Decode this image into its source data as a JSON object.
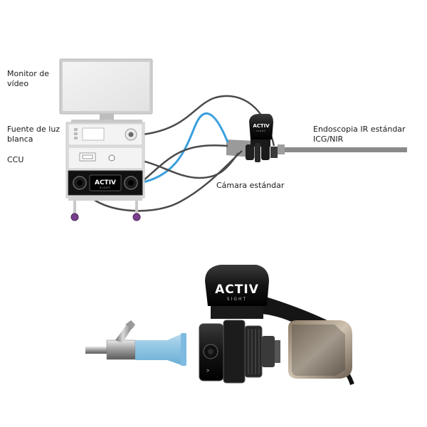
{
  "labels": {
    "monitor": "Monitor de vídeo",
    "light_source": "Fuente de luz blanca",
    "ccu": "CCU",
    "endoscope": "Endoscopia IR estándar ICG/NIR",
    "camera": "Cámara estándar"
  },
  "brand": {
    "name": "ACTIV",
    "sub": "SIGHT"
  },
  "colors": {
    "fiber_cable": "#3b9fde",
    "camera_cable": "#4a4a4a",
    "scope_shaft": "#8a8a8a",
    "coupler_blue": "#9ccbe6",
    "tower_frame": "#d8d8d8",
    "ccu_face": "#111111",
    "caster": "#7a3f8f"
  },
  "icons": [
    "arrow-right-icon"
  ]
}
